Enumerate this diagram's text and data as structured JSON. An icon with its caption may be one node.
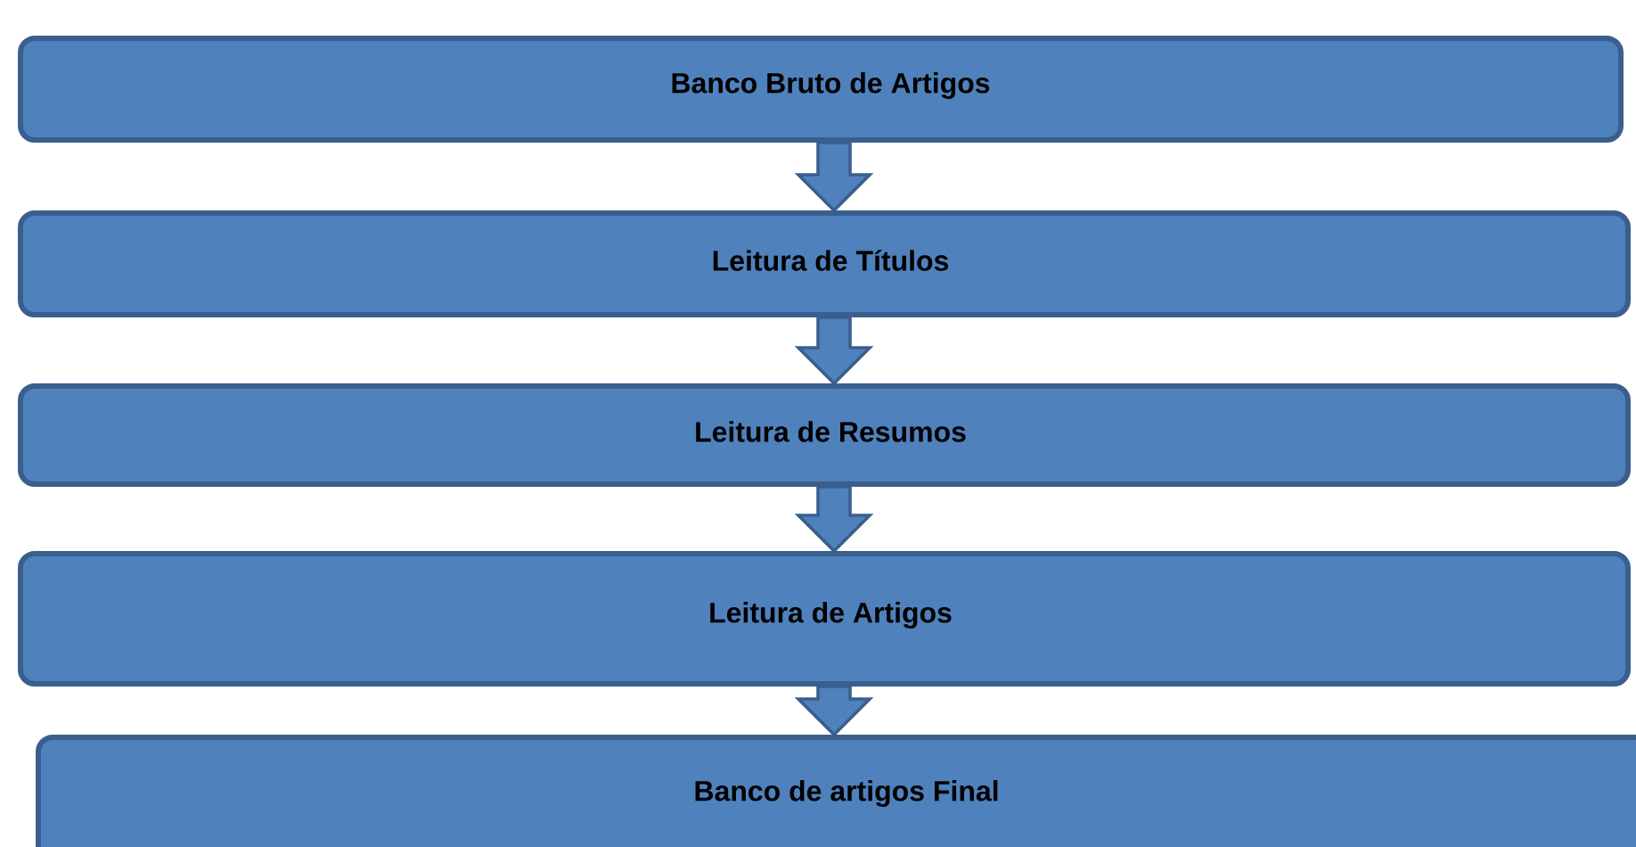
{
  "diagram": {
    "nodes": [
      {
        "text": [
          "Banco Bruto de Artigos"
        ]
      },
      {
        "text": [
          "Leitura de Títulos"
        ]
      },
      {
        "text": [
          "Leitura de Resumos"
        ]
      },
      {
        "text": [
          "Leitura de Artigos"
        ]
      },
      {
        "text": [
          "Banco de artigos Final"
        ]
      }
    ],
    "edges": [
      {
        "from": 0,
        "to": 1,
        "arrow": "to"
      },
      {
        "from": 1,
        "to": 2,
        "arrow": "to"
      },
      {
        "from": 2,
        "to": 3,
        "arrow": "to"
      },
      {
        "from": 3,
        "to": 4,
        "arrow": "to"
      }
    ]
  }
}
